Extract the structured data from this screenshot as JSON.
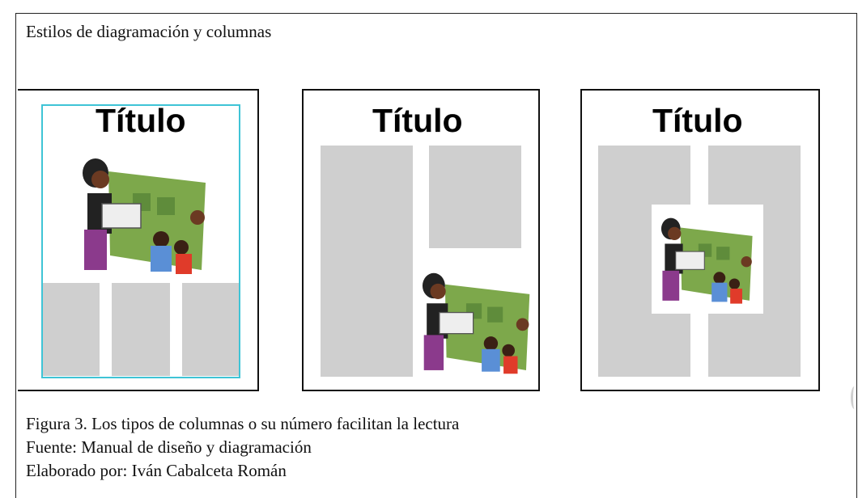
{
  "heading": "Estilos de diagramación y columnas",
  "panels": [
    {
      "title": "Título",
      "layout": "image-top-three-columns-bottom"
    },
    {
      "title": "Título",
      "layout": "two-columns-image-bottom-right"
    },
    {
      "title": "Título",
      "layout": "two-columns-image-centered"
    }
  ],
  "caption": {
    "line1": "Figura 3. Los tipos de columnas o su número facilitan la lectura",
    "line2": "Fuente: Manual de diseño y diagramación",
    "line3": "Elaborado por: Iván  Cabalceta Román"
  },
  "colors": {
    "placeholder": "#cfcfcf",
    "accent_border": "#3fc4d6"
  }
}
